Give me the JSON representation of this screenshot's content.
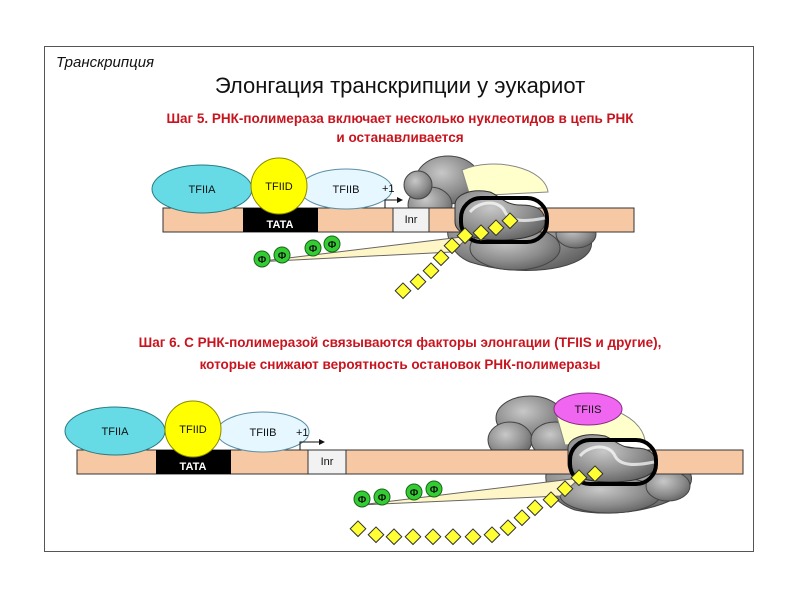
{
  "header": {
    "topic": "Транскрипция",
    "title": "Элонгация транскрипции у эукариот"
  },
  "step5": {
    "line1": "Шаг 5. РНК-полимераза включает несколько нуклеотидов в цепь РНК",
    "line2": "и останавливается"
  },
  "step6": {
    "line1": "Шаг 6. С РНК-полимеразой связываются факторы элонгации (TFIIS и другие),",
    "line2": "которые снижают вероятность остановок РНК-полимеразы"
  },
  "labels": {
    "tfiia": "TFIIA",
    "tfiid": "TFIID",
    "tfiib": "TFIIB",
    "tfiis": "TFIIS",
    "tata": "TATA",
    "inr": "Inr",
    "plus_one": "+1",
    "phosphate": "Ф"
  },
  "colors": {
    "dna": "#f7c8a4",
    "tata_box": "#000000",
    "tfiia": "#66dbe6",
    "tfiid": "#ffff00",
    "tfiib": "#e6f7ff",
    "tfiis": "#f066f0",
    "polymerase": "#8c8c8c",
    "rna_nucleotide": "#ffff33",
    "phosphate": "#33cc33",
    "title_red": "#c8141e"
  }
}
